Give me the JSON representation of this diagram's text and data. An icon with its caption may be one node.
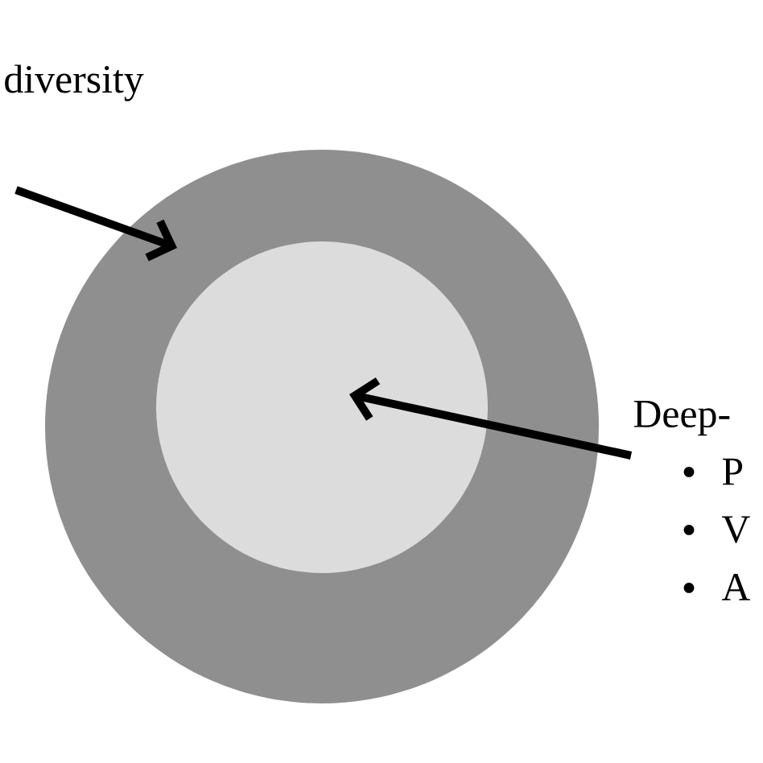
{
  "diagram": {
    "nodes": [
      {
        "text": [
          "diversity"
        ]
      },
      {
        "text": [],
        "shape": "circle"
      },
      {
        "text": [],
        "shape": "circle",
        "in": 1
      },
      {
        "text": [
          "Deep-",
          "P",
          "V",
          "A"
        ]
      }
    ],
    "edges": [
      {
        "from": 0,
        "to": 1,
        "arrow": "to"
      },
      {
        "from": 3,
        "to": 2,
        "arrow": "to"
      }
    ]
  }
}
